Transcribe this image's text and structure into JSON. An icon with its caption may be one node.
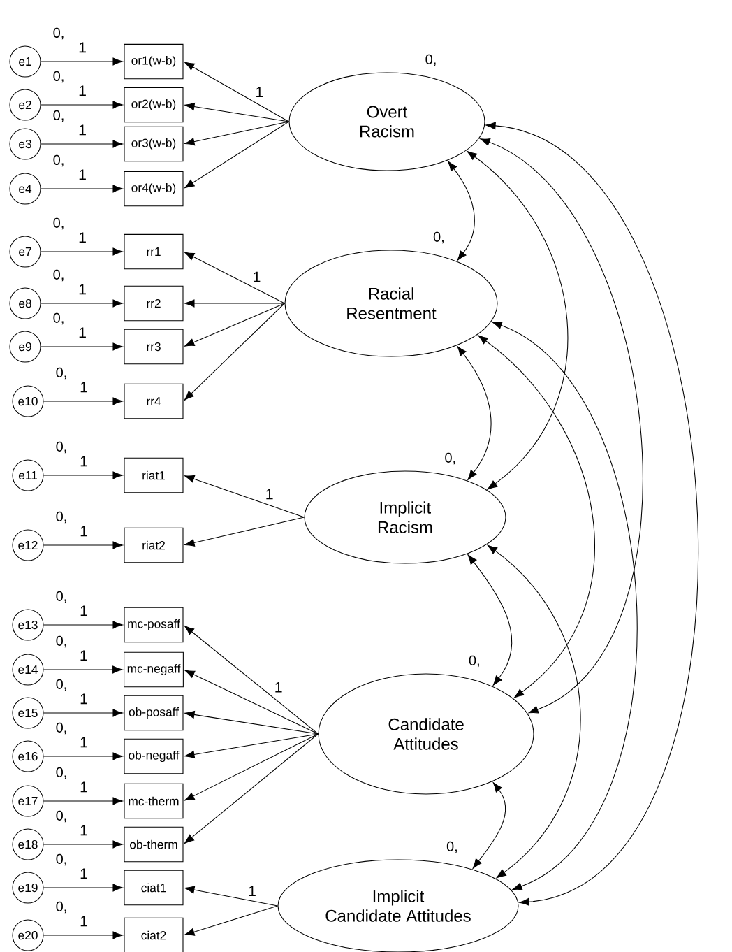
{
  "diagram": {
    "nodes": [
      {
        "text": [
          "e1"
        ],
        "beside": [
          "0,"
        ]
      },
      {
        "text": [
          "or1(w-b)"
        ]
      },
      {
        "text": [
          "e2"
        ],
        "beside": [
          "0,"
        ]
      },
      {
        "text": [
          "or2(w-b)"
        ]
      },
      {
        "text": [
          "e3"
        ],
        "beside": [
          "0,"
        ]
      },
      {
        "text": [
          "or3(w-b)"
        ]
      },
      {
        "text": [
          "e4"
        ],
        "beside": [
          "0,"
        ]
      },
      {
        "text": [
          "or4(w-b)"
        ]
      },
      {
        "text": [
          "Overt Racism"
        ],
        "beside": [
          "0,"
        ]
      },
      {
        "text": [
          "e7"
        ],
        "beside": [
          "0,"
        ]
      },
      {
        "text": [
          "rr1"
        ]
      },
      {
        "text": [
          "e8"
        ],
        "beside": [
          "0,"
        ]
      },
      {
        "text": [
          "rr2"
        ]
      },
      {
        "text": [
          "e9"
        ],
        "beside": [
          "0,"
        ]
      },
      {
        "text": [
          "rr3"
        ]
      },
      {
        "text": [
          "e10"
        ],
        "beside": [
          "0,"
        ]
      },
      {
        "text": [
          "rr4"
        ]
      },
      {
        "text": [
          "Racial Resentment"
        ],
        "beside": [
          "0,"
        ]
      },
      {
        "text": [
          "e11"
        ],
        "beside": [
          "0,"
        ]
      },
      {
        "text": [
          "riat1"
        ]
      },
      {
        "text": [
          "e12"
        ],
        "beside": [
          "0,"
        ]
      },
      {
        "text": [
          "riat2"
        ]
      },
      {
        "text": [
          "Implicit Racism"
        ],
        "beside": [
          "0,"
        ]
      },
      {
        "text": [
          "e13"
        ],
        "beside": [
          "0,"
        ]
      },
      {
        "text": [
          "mc-posaff"
        ]
      },
      {
        "text": [
          "e14"
        ],
        "beside": [
          "0,"
        ]
      },
      {
        "text": [
          "mc-negaff"
        ]
      },
      {
        "text": [
          "e15"
        ],
        "beside": [
          "0,"
        ]
      },
      {
        "text": [
          "ob-posaff"
        ]
      },
      {
        "text": [
          "e16"
        ],
        "beside": [
          "0,"
        ]
      },
      {
        "text": [
          "ob-negaff"
        ]
      },
      {
        "text": [
          "e17"
        ],
        "beside": [
          "0,"
        ]
      },
      {
        "text": [
          "mc-therm"
        ]
      },
      {
        "text": [
          "e18"
        ],
        "beside": [
          "0,"
        ]
      },
      {
        "text": [
          "ob-therm"
        ]
      },
      {
        "text": [
          "Candidate Attitudes"
        ],
        "beside": [
          "0,"
        ]
      },
      {
        "text": [
          "e19"
        ],
        "beside": [
          "0,"
        ]
      },
      {
        "text": [
          "ciat1"
        ]
      },
      {
        "text": [
          "e20"
        ],
        "beside": [
          "0,"
        ]
      },
      {
        "text": [
          "ciat2"
        ]
      },
      {
        "text": [
          "Implicit Candidate Attitudes"
        ],
        "beside": [
          "0,"
        ]
      }
    ],
    "edges": [
      {
        "from": 0,
        "to": 1,
        "arrow": "to",
        "label": "1"
      },
      {
        "from": 2,
        "to": 3,
        "arrow": "to",
        "label": "1"
      },
      {
        "from": 4,
        "to": 5,
        "arrow": "to",
        "label": "1"
      },
      {
        "from": 6,
        "to": 7,
        "arrow": "to",
        "label": "1"
      },
      {
        "from": 8,
        "to": 1,
        "arrow": "to",
        "label": "1"
      },
      {
        "from": 8,
        "to": 3,
        "arrow": "to"
      },
      {
        "from": 8,
        "to": 5,
        "arrow": "to"
      },
      {
        "from": 8,
        "to": 7,
        "arrow": "to"
      },
      {
        "from": 9,
        "to": 10,
        "arrow": "to",
        "label": "1"
      },
      {
        "from": 11,
        "to": 12,
        "arrow": "to",
        "label": "1"
      },
      {
        "from": 13,
        "to": 14,
        "arrow": "to",
        "label": "1"
      },
      {
        "from": 15,
        "to": 16,
        "arrow": "to",
        "label": "1"
      },
      {
        "from": 17,
        "to": 10,
        "arrow": "to",
        "label": "1"
      },
      {
        "from": 17,
        "to": 12,
        "arrow": "to"
      },
      {
        "from": 17,
        "to": 14,
        "arrow": "to"
      },
      {
        "from": 17,
        "to": 16,
        "arrow": "to"
      },
      {
        "from": 18,
        "to": 19,
        "arrow": "to",
        "label": "1"
      },
      {
        "from": 20,
        "to": 21,
        "arrow": "to",
        "label": "1"
      },
      {
        "from": 22,
        "to": 19,
        "arrow": "to",
        "label": "1"
      },
      {
        "from": 22,
        "to": 21,
        "arrow": "to"
      },
      {
        "from": 23,
        "to": 24,
        "arrow": "to",
        "label": "1"
      },
      {
        "from": 25,
        "to": 26,
        "arrow": "to",
        "label": "1"
      },
      {
        "from": 27,
        "to": 28,
        "arrow": "to",
        "label": "1"
      },
      {
        "from": 29,
        "to": 30,
        "arrow": "to",
        "label": "1"
      },
      {
        "from": 31,
        "to": 32,
        "arrow": "to",
        "label": "1"
      },
      {
        "from": 33,
        "to": 34,
        "arrow": "to",
        "label": "1"
      },
      {
        "from": 35,
        "to": 24,
        "arrow": "to",
        "label": "1"
      },
      {
        "from": 35,
        "to": 26,
        "arrow": "to"
      },
      {
        "from": 35,
        "to": 28,
        "arrow": "to"
      },
      {
        "from": 35,
        "to": 30,
        "arrow": "to"
      },
      {
        "from": 35,
        "to": 32,
        "arrow": "to"
      },
      {
        "from": 35,
        "to": 34,
        "arrow": "to"
      },
      {
        "from": 36,
        "to": 37,
        "arrow": "to",
        "label": "1"
      },
      {
        "from": 38,
        "to": 39,
        "arrow": "to",
        "label": "1"
      },
      {
        "from": 40,
        "to": 37,
        "arrow": "to",
        "label": "1"
      },
      {
        "from": 40,
        "to": 39,
        "arrow": "to"
      },
      {
        "from": 8,
        "to": 17,
        "arrow": "both"
      },
      {
        "from": 8,
        "to": 22,
        "arrow": "both"
      },
      {
        "from": 8,
        "to": 35,
        "arrow": "both"
      },
      {
        "from": 8,
        "to": 40,
        "arrow": "both"
      },
      {
        "from": 17,
        "to": 22,
        "arrow": "both"
      },
      {
        "from": 17,
        "to": 35,
        "arrow": "both"
      },
      {
        "from": 17,
        "to": 40,
        "arrow": "both"
      },
      {
        "from": 22,
        "to": 35,
        "arrow": "both"
      },
      {
        "from": 22,
        "to": 40,
        "arrow": "both"
      },
      {
        "from": 35,
        "to": 40,
        "arrow": "both"
      }
    ]
  }
}
